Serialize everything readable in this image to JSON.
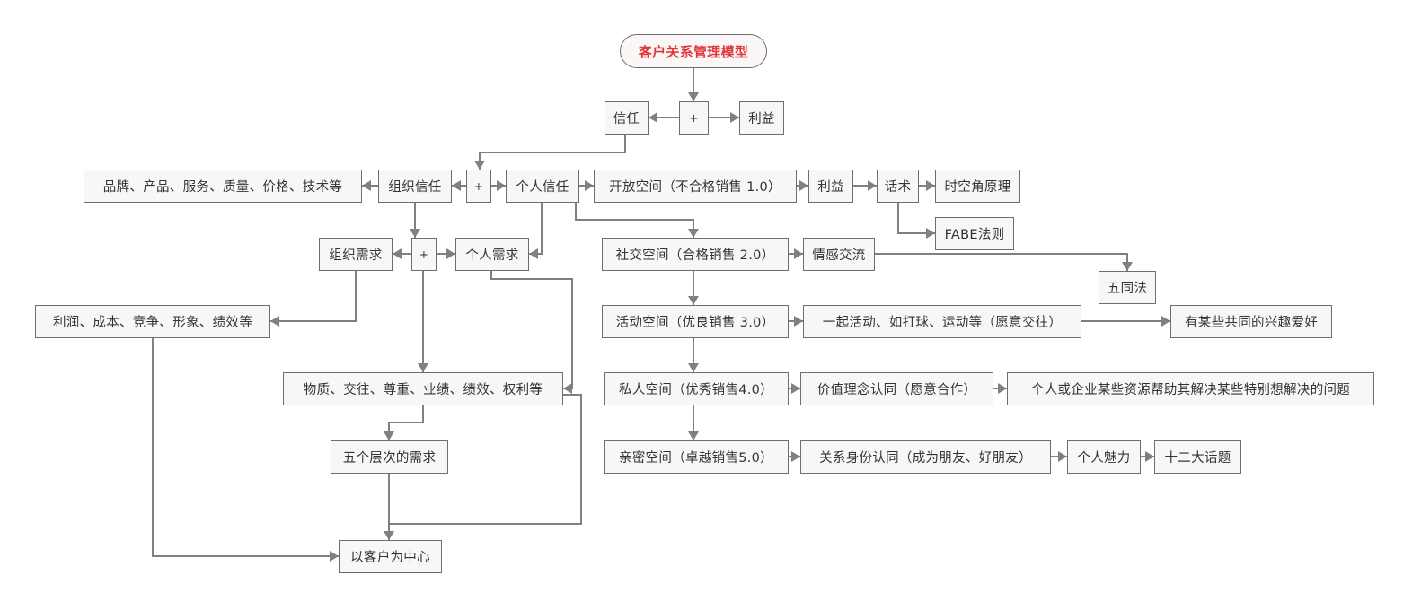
{
  "diagram": {
    "title": "客户关系管理模型",
    "colors": {
      "title_text": "#e0383b",
      "node_fill": "#f7f7f7",
      "node_border": "#6e6e6e",
      "node_text": "#333333",
      "connector": "#808080"
    },
    "nodes": {
      "root": "客户关系管理模型",
      "plus_top": "+",
      "trust": "信任",
      "benefit_top": "利益",
      "org_trust": "组织信任",
      "plus_mid": "+",
      "personal_trust": "个人信任",
      "brand_list": "品牌、产品、服务、质量、价格、技术等",
      "open_space": "开放空间（不合格销售 1.0）",
      "benefit_2": "利益",
      "speech": "话术",
      "spacetime": "时空角原理",
      "fabe": "FABE法则",
      "org_need": "组织需求",
      "plus_need": "+",
      "personal_need": "个人需求",
      "social_space": "社交空间（合格销售 2.0）",
      "emotion": "情感交流",
      "five_same": "五同法",
      "profit_list": "利润、成本、竞争、形象、绩效等",
      "activity_space": "活动空间（优良销售 3.0）",
      "activity_desc": "一起活动、如打球、运动等（愿意交往）",
      "hobby": "有某些共同的兴趣爱好",
      "material_list": "物质、交往、尊重、业绩、绩效、权利等",
      "private_space": "私人空间（优秀销售4.0）",
      "value_identity": "价值理念认同（愿意合作）",
      "resource_help": "个人或企业某些资源帮助其解决某些特别想解决的问题",
      "five_levels": "五个层次的需求",
      "intimate_space": "亲密空间（卓越销售5.0）",
      "relation_identity": "关系身份认同（成为朋友、好朋友）",
      "charm": "个人魅力",
      "twelve_topics": "十二大话题",
      "customer_center": "以客户为中心"
    },
    "edges": [
      {
        "from": "root",
        "to": "plus_top"
      },
      {
        "from": "plus_top",
        "to": "trust"
      },
      {
        "from": "plus_top",
        "to": "benefit_top"
      },
      {
        "from": "trust",
        "to": "plus_mid"
      },
      {
        "from": "plus_mid",
        "to": "org_trust"
      },
      {
        "from": "plus_mid",
        "to": "personal_trust"
      },
      {
        "from": "org_trust",
        "to": "brand_list"
      },
      {
        "from": "org_trust",
        "to": "plus_need"
      },
      {
        "from": "personal_trust",
        "to": "open_space"
      },
      {
        "from": "personal_trust",
        "to": "personal_need"
      },
      {
        "from": "personal_trust",
        "to": "social_space"
      },
      {
        "from": "open_space",
        "to": "benefit_2"
      },
      {
        "from": "benefit_2",
        "to": "speech"
      },
      {
        "from": "speech",
        "to": "spacetime"
      },
      {
        "from": "speech",
        "to": "fabe"
      },
      {
        "from": "plus_need",
        "to": "org_need"
      },
      {
        "from": "plus_need",
        "to": "personal_need"
      },
      {
        "from": "plus_need",
        "to": "material_list"
      },
      {
        "from": "org_need",
        "to": "profit_list"
      },
      {
        "from": "personal_need",
        "to": "material_list"
      },
      {
        "from": "social_space",
        "to": "emotion"
      },
      {
        "from": "emotion",
        "to": "five_same"
      },
      {
        "from": "social_space",
        "to": "activity_space"
      },
      {
        "from": "activity_space",
        "to": "activity_desc"
      },
      {
        "from": "activity_desc",
        "to": "hobby"
      },
      {
        "from": "activity_space",
        "to": "private_space"
      },
      {
        "from": "private_space",
        "to": "value_identity"
      },
      {
        "from": "value_identity",
        "to": "resource_help"
      },
      {
        "from": "private_space",
        "to": "intimate_space"
      },
      {
        "from": "intimate_space",
        "to": "relation_identity"
      },
      {
        "from": "relation_identity",
        "to": "charm"
      },
      {
        "from": "charm",
        "to": "twelve_topics"
      },
      {
        "from": "material_list",
        "to": "five_levels"
      },
      {
        "from": "five_levels",
        "to": "customer_center"
      },
      {
        "from": "profit_list",
        "to": "customer_center"
      },
      {
        "from": "material_list",
        "to": "customer_center"
      }
    ]
  }
}
